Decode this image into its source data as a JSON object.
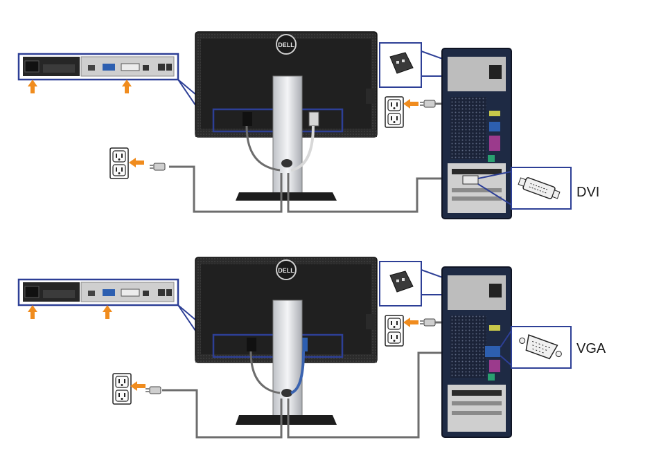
{
  "diagrams": [
    {
      "connection_label": "DVI",
      "cable_color": "#d8d8d8"
    },
    {
      "connection_label": "VGA",
      "cable_color": "#3a63b0"
    }
  ],
  "colors": {
    "callout_outline": "#2d3f96",
    "arrow": "#f08c1e",
    "monitor_body": "#2a2a2a",
    "tower_body": "#1e2a44",
    "cable": "#6d6d6d"
  },
  "icons": [
    "power-outlet-icon",
    "power-connector-icon",
    "dvi-connector-icon",
    "vga-connector-icon",
    "dell-logo"
  ]
}
